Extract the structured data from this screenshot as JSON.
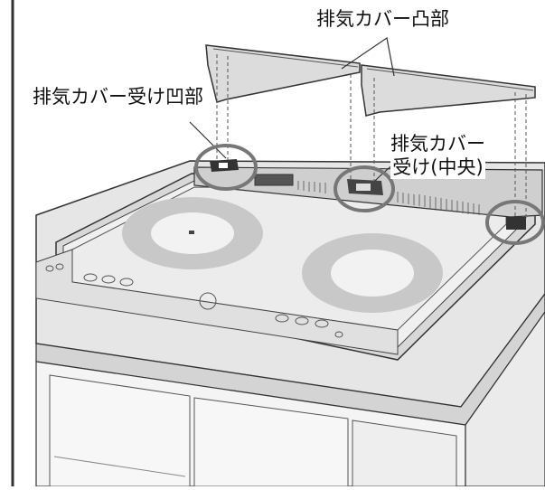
{
  "labels": {
    "exhaust_cover_convex": "排気カバー凸部",
    "exhaust_cover_receiver_concave": "排気カバー受け凹部",
    "exhaust_cover_receiver_center_line1": "排気カバー",
    "exhaust_cover_receiver_center_line2": "受け(中央)"
  },
  "colors": {
    "outline": "#333333",
    "cover_fill": "#dcdcdc",
    "top_glass": "#ececec",
    "heater_outer": "#c8c8c8",
    "heater_inner": "#f2f2f2",
    "counter": "#e6e6e6",
    "cabinet": "#f4f4f4",
    "highlight_circle": "#777777"
  }
}
